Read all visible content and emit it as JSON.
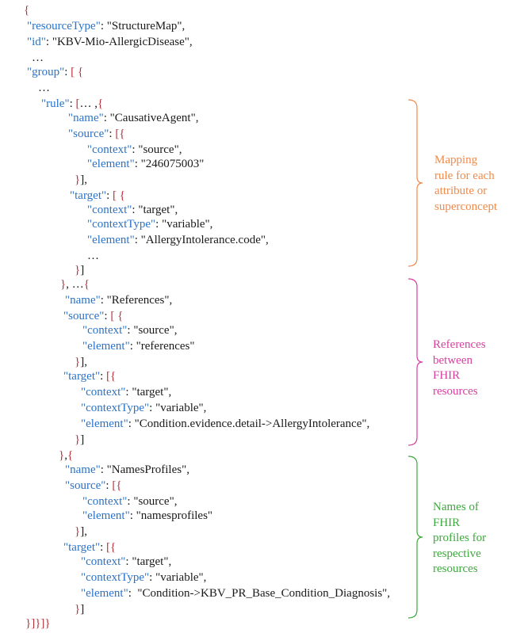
{
  "colors": {
    "key": "#2a73c9",
    "bracket": "#b5343c",
    "text": "#1a1a1a",
    "group1": "#f08a4b",
    "group2": "#d6409f",
    "group3": "#3ea83e"
  },
  "code_lines": [
    [
      {
        "c": "b",
        "v": "{"
      }
    ],
    [
      {
        "c": "k",
        "v": "\"resourceType\""
      },
      {
        "c": "t",
        "v": ": \"StructureMap\","
      }
    ],
    [
      {
        "c": "k",
        "v": "\"id\""
      },
      {
        "c": "t",
        "v": ": \"KBV-Mio-AllergicDisease\","
      }
    ],
    [
      {
        "c": "t",
        "v": "…"
      }
    ],
    [
      {
        "c": "k",
        "v": "\"group\""
      },
      {
        "c": "t",
        "v": ": "
      },
      {
        "c": "b",
        "v": "[ {"
      }
    ],
    [
      {
        "c": "t",
        "v": "…"
      }
    ],
    [
      {
        "c": "k",
        "v": "\"rule\""
      },
      {
        "c": "t",
        "v": ": "
      },
      {
        "c": "b",
        "v": "["
      },
      {
        "c": "t",
        "v": "… ,"
      },
      {
        "c": "b",
        "v": "{"
      }
    ],
    [
      {
        "c": "k",
        "v": "\"name\""
      },
      {
        "c": "t",
        "v": ": \"CausativeAgent\","
      }
    ],
    [
      {
        "c": "k",
        "v": "\"source\""
      },
      {
        "c": "t",
        "v": ": "
      },
      {
        "c": "b",
        "v": "[{"
      }
    ],
    [
      {
        "c": "k",
        "v": "\"context\""
      },
      {
        "c": "t",
        "v": ": \"source\","
      }
    ],
    [
      {
        "c": "k",
        "v": "\"element\""
      },
      {
        "c": "t",
        "v": ": \"246075003\""
      }
    ],
    [
      {
        "c": "b",
        "v": "}"
      },
      {
        "c": "t",
        "v": "],"
      }
    ],
    [
      {
        "c": "k",
        "v": "\"target\""
      },
      {
        "c": "t",
        "v": ": "
      },
      {
        "c": "b",
        "v": "[ {"
      }
    ],
    [
      {
        "c": "k",
        "v": "\"context\""
      },
      {
        "c": "t",
        "v": ": \"target\","
      }
    ],
    [
      {
        "c": "k",
        "v": "\"contextType\""
      },
      {
        "c": "t",
        "v": ": \"variable\","
      }
    ],
    [
      {
        "c": "k",
        "v": "\"element\""
      },
      {
        "c": "t",
        "v": ": \"AllergyIntolerance.code\","
      }
    ],
    [
      {
        "c": "t",
        "v": "…"
      }
    ],
    [
      {
        "c": "b",
        "v": "}"
      },
      {
        "c": "t",
        "v": "]"
      }
    ],
    [
      {
        "c": "b",
        "v": "}"
      },
      {
        "c": "t",
        "v": ", …"
      },
      {
        "c": "b",
        "v": "{"
      }
    ],
    [
      {
        "c": "k",
        "v": "\"name\""
      },
      {
        "c": "t",
        "v": ": \"References\","
      }
    ],
    [
      {
        "c": "k",
        "v": "\"source\""
      },
      {
        "c": "t",
        "v": ": "
      },
      {
        "c": "b",
        "v": "[ {"
      }
    ],
    [
      {
        "c": "k",
        "v": "\"context\""
      },
      {
        "c": "t",
        "v": ": \"source\","
      }
    ],
    [
      {
        "c": "k",
        "v": "\"element\""
      },
      {
        "c": "t",
        "v": ": \"references\""
      }
    ],
    [
      {
        "c": "b",
        "v": "}"
      },
      {
        "c": "t",
        "v": "],"
      }
    ],
    [
      {
        "c": "k",
        "v": "\"target\""
      },
      {
        "c": "t",
        "v": ": "
      },
      {
        "c": "b",
        "v": "[{"
      }
    ],
    [
      {
        "c": "k",
        "v": "\"context\""
      },
      {
        "c": "t",
        "v": ": \"target\","
      }
    ],
    [
      {
        "c": "k",
        "v": "\"contextType\""
      },
      {
        "c": "t",
        "v": ": \"variable\","
      }
    ],
    [
      {
        "c": "k",
        "v": "\"element\""
      },
      {
        "c": "t",
        "v": ": \"Condition.evidence.detail->AllergyIntolerance\","
      }
    ],
    [
      {
        "c": "b",
        "v": "}"
      },
      {
        "c": "t",
        "v": "]"
      }
    ],
    [
      {
        "c": "b",
        "v": "}"
      },
      {
        "c": "t",
        "v": ","
      },
      {
        "c": "b",
        "v": "{"
      }
    ],
    [
      {
        "c": "k",
        "v": "\"name\""
      },
      {
        "c": "t",
        "v": ": \"NamesProfiles\","
      }
    ],
    [
      {
        "c": "k",
        "v": "\"source\""
      },
      {
        "c": "t",
        "v": ": "
      },
      {
        "c": "b",
        "v": "[{"
      }
    ],
    [
      {
        "c": "k",
        "v": "\"context\""
      },
      {
        "c": "t",
        "v": ": \"source\","
      }
    ],
    [
      {
        "c": "k",
        "v": "\"element\""
      },
      {
        "c": "t",
        "v": ": \"namesprofiles\""
      }
    ],
    [
      {
        "c": "b",
        "v": "}"
      },
      {
        "c": "t",
        "v": "],"
      }
    ],
    [
      {
        "c": "k",
        "v": "\"target\""
      },
      {
        "c": "t",
        "v": ": "
      },
      {
        "c": "b",
        "v": "[{"
      }
    ],
    [
      {
        "c": "k",
        "v": "\"context\""
      },
      {
        "c": "t",
        "v": ": \"target\","
      }
    ],
    [
      {
        "c": "k",
        "v": "\"contextType\""
      },
      {
        "c": "t",
        "v": ": \"variable\","
      }
    ],
    [
      {
        "c": "k",
        "v": "\"element\""
      },
      {
        "c": "t",
        "v": ":  \"Condition->KBV_PR_Base_Condition_Diagnosis\","
      }
    ],
    [
      {
        "c": "b",
        "v": "}"
      },
      {
        "c": "t",
        "v": "]"
      }
    ],
    [
      {
        "c": "b",
        "v": "}]}]}"
      }
    ]
  ],
  "annotations": [
    {
      "lines": [
        "Mapping",
        "rule for each",
        "attribute or",
        "superconcept"
      ],
      "color": "#f08a4b"
    },
    {
      "lines": [
        "References",
        "between",
        "FHIR",
        "resources"
      ],
      "color": "#d6409f"
    },
    {
      "lines": [
        "Names of",
        "FHIR",
        "profiles  for",
        "respective",
        "resources"
      ],
      "color": "#3ea83e"
    }
  ]
}
